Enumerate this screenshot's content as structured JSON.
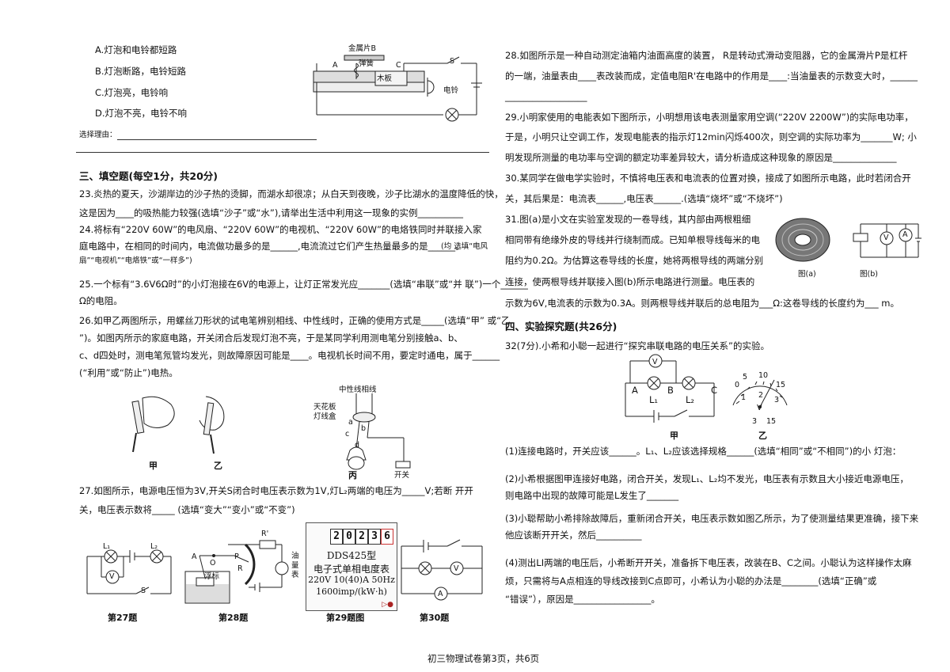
{
  "footer": "初三物理试卷第3页，共6页",
  "left": {
    "q_options": [
      "A.灯泡和电铃都短路",
      "B.灯泡断路，电铃短路",
      "C.灯泡亮，电铃响",
      "D.灯泡不亮，电铃不响"
    ],
    "reason_label": "选择理由：",
    "section3_title": "三、填空题(每空1分，共20分)",
    "q23": [
      "23.炎热的夏天，沙湖岸边的沙子热的烫脚，而湖水却很凉；从白天到夜晚，沙子比湖水的温度降低的快，",
      "这是因为____的吸热能力较强(选填“沙子”或“水”),请举出生活中利用这一现象的实例__________"
    ],
    "q24": [
      "24.将标有“220V 60W”的电风扇、“220V 60W”的电视机、“220V 60W”的电烙铁同时并联接入家",
      "庭电路中，在相同的时间内，电流做功最多的是______,电流流过它们产生热量最多的是______。",
      "(均 选填“电风",
      "扇”“电视机”“电烙铁”或“一样多”)"
    ],
    "q25": [
      "25.一个标有“3.6V6Ω时”的小灯泡接在6V的电源上，让灯正常发光应_______(选填“串联”或“并 联”)一个______",
      "Ω的电阻。"
    ],
    "q26": [
      "26.如甲乙两图所示，用螺丝刀形状的试电笔辨别相线、中性线时，正确的使用方式是_____(选填“甲” 或“乙",
      "”)。如图丙所示的家庭电路，开关闭合后发现灯泡不亮，于是某同学利用测电笔分别接触a、b、",
      "c、d四处时，测电笔氖管均发光，则故障原因可能是____。电视机长时间不用，要定时通电，属于______",
      "(“利用”或“防止”)电热。"
    ],
    "fig26_labels": {
      "jia": "甲",
      "yi": "乙",
      "bing": "丙",
      "neutral_live": "中性线相线",
      "ceiling1": "天花板",
      "ceiling2": "灯线盒",
      "switch": "开关",
      "a": "a",
      "b": "b",
      "c": "c",
      "d": "d"
    },
    "q27": [
      "27.如图所示，电源电压恒为3V,开关S闭合时电压表示数为1V,灯L₂两端的电压为_____V;若断 开开",
      "关，电压表示数将_____ (选填“变大”“变小”或“不变”)"
    ],
    "fig_top": {
      "metal": "金属片B",
      "spring": "弹簧",
      "board": "木板",
      "A": "A",
      "C": "C",
      "S": "S",
      "bell": "电铃"
    },
    "captions": {
      "c27": "第27题",
      "c28": "第28题",
      "c29": "第29题图",
      "c30": "第30题"
    },
    "fig27": {
      "L1": "L₁",
      "L2": "L₂",
      "V": "V",
      "S": "S"
    },
    "fig28": {
      "A": "A",
      "O": "O",
      "P": "P",
      "R": "R",
      "Rp": "R'",
      "float": "浮标",
      "gauge1": "油",
      "gauge2": "量",
      "gauge3": "表"
    },
    "meter": {
      "digits": [
        "2",
        "0",
        "2",
        "3",
        "6"
      ],
      "line1": "DDS425型",
      "line2": "电子式单相电度表",
      "line3": "220V 10(40)A 50Hz",
      "line4": "1600imp/(kW·h)",
      "mark": "▷●"
    },
    "fig30": {
      "V": "V",
      "A": "A"
    }
  },
  "right": {
    "q28": [
      "28.如图所示是一种自动测定油箱内油面高度的装置， R是转动式滑动变阻器，它的金属滑片P是杠杆",
      "的一端，油量表由____表改装而成，定值电阻R'在电路中的作用是____:当油量表的示数变大时，______",
      "__________________"
    ],
    "q29": [
      "29.小明家使用的电能表如下图所示，小明想用该电表测量家用空调(“220V 2200W”)的实际电功率，",
      "于是，小明只让空调工作，发现电能表的指示灯12min闪烁400次，则空调的实际功率为_______W; 小",
      "明发现所测量的电功率与空调的额定功率差异较大，请分析造成这种现象的原因是______________"
    ],
    "q30": [
      "30.某同学在做电学实验时，不慎将电压表和电流表的位置对换，接成了如图所示电路，此时若闭合开",
      "关，其后果是：电流表______,电压表______.(选填“烧坏”或“不烧坏”)"
    ],
    "q31": [
      "31.图(a)是小文在实验室发现的一卷导线，其内部由两根粗细",
      "相同带有绝缘外皮的导线并行绕制而成。已知单根导线每米的电",
      "阻约为0.2Ω。为估算这卷导线的长度，她将两根导线的两端分别",
      "连接，使两根导线并联接入图(b)所示电路进行测量。电压表的",
      "示数为6V,电流表的示数为0.3A。则两根导线并联后的总电阻为___Ω:这卷导线的长度约为___ m。"
    ],
    "fig31": {
      "a": "图(a)",
      "b": "图(b)",
      "V": "V",
      "A": "A"
    },
    "section4_title": "四、实验探究题(共26分)",
    "q32_intro": "32(7分).小希和小聪一起进行“探究串联电路的电压关系”的实验。",
    "fig32": {
      "V": "V",
      "A": "A",
      "B": "B",
      "C": "C",
      "L1": "L₁",
      "L2": "L₂",
      "jia": "甲",
      "yi": "乙",
      "ticks": [
        "0",
        "5",
        "10",
        "15",
        "1",
        "2",
        "3"
      ],
      "v": "V",
      "terms": [
        "3",
        "15"
      ]
    },
    "q32_1": "(1)连接电路时，开关应该______。L₁、L₂应该选择规格______(选填“相同”或“不相同”)的小 灯泡：",
    "q32_2": [
      "(2)小希根据图甲连接好电路，闭合开关，发现L₁、L₂均不发光，电压表有示数且大小接近电源电压，",
      "则电路中出现的故障可能是L发生了_______"
    ],
    "q32_3": [
      "(3)小聪帮助小希排除故障后，重新闭合开关，电压表示数如图乙所示，为了使测量结果更准确，接下来",
      "他应该断开开关，然后__________"
    ],
    "q32_4": [
      "(4)测出LI两端的电压后，小希断开开关，准备拆下电压表，改装在B、C之间。小聪认为这样操作太麻",
      " 烦，只需将与A点相连的导线改接到C点即可，小希认为小聪的办法是________(选填“正确”或",
      "“错误”），原因是_________________。"
    ]
  }
}
